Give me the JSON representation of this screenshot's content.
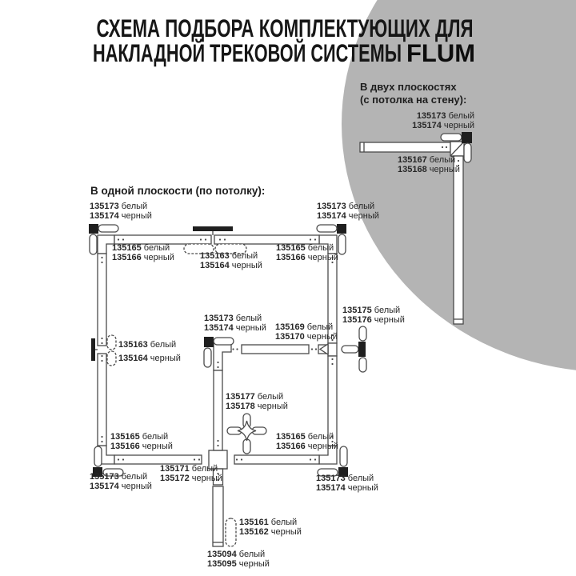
{
  "title": {
    "line1": "СХЕМА ПОДБОРА КОМПЛЕКТУЮЩИХ ДЛЯ",
    "line2": "НАКЛАДНОЙ ТРЕКОВОЙ СИСТЕМЫ",
    "brand": "FLUM"
  },
  "colors": {
    "background": "#ffffff",
    "ellipse": "#b4b4b4",
    "line_art": "#4a4a4a",
    "accent_dark": "#1f1f1f",
    "text": "#262626"
  },
  "sections": {
    "two_planes": {
      "heading_line1": "В двух плоскостях",
      "heading_line2": "(с потолка на стену):"
    },
    "one_plane": {
      "heading": "В одной плоскости (по потолку):"
    }
  },
  "labels": {
    "tp_corner": {
      "num1": "135173",
      "word1": "белый",
      "num2": "135174",
      "word2": "черный"
    },
    "tp_adapter": {
      "num1": "135167",
      "word1": "белый",
      "num2": "135168",
      "word2": "черный"
    },
    "tl_corner": {
      "num1": "135173",
      "word1": "белый",
      "num2": "135174",
      "word2": "черный"
    },
    "tr_corner": {
      "num1": "135173",
      "word1": "белый",
      "num2": "135174",
      "word2": "черный"
    },
    "top_left_joint": {
      "num1": "135165",
      "word1": "белый",
      "num2": "135166",
      "word2": "черный"
    },
    "top_center_joint": {
      "num1": "135163",
      "word1": "белый",
      "num2": "135164",
      "word2": "черный"
    },
    "top_right_joint": {
      "num1": "135165",
      "word1": "белый",
      "num2": "135166",
      "word2": "черный"
    },
    "mid_left_joint": {
      "num1": "135163",
      "word1": "белый",
      "num2": "135164",
      "word2": "черный"
    },
    "inner_corner": {
      "num1": "135173",
      "word1": "белый",
      "num2": "135174",
      "word2": "черный"
    },
    "t_joint": {
      "num1": "135169",
      "word1": "белый",
      "num2": "135170",
      "word2": "черный"
    },
    "side_feed": {
      "num1": "135175",
      "word1": "белый",
      "num2": "135176",
      "word2": "черный"
    },
    "cross_icon": {
      "num1": "135177",
      "word1": "белый",
      "num2": "135178",
      "word2": "черный"
    },
    "bottom_left_joint": {
      "num1": "135165",
      "word1": "белый",
      "num2": "135166",
      "word2": "черный"
    },
    "bottom_right_joint": {
      "num1": "135165",
      "word1": "белый",
      "num2": "135166",
      "word2": "черный"
    },
    "bottom_center_joint": {
      "num1": "135171",
      "word1": "белый",
      "num2": "135172",
      "word2": "черный"
    },
    "bl_corner": {
      "num1": "135173",
      "word1": "белый",
      "num2": "135174",
      "word2": "черный"
    },
    "br_corner": {
      "num1": "135173",
      "word1": "белый",
      "num2": "135174",
      "word2": "черный"
    },
    "end_cap": {
      "num1": "135161",
      "word1": "белый",
      "num2": "135162",
      "word2": "черный"
    },
    "track": {
      "num1": "135094",
      "word1": "белый",
      "num2": "135095",
      "word2": "черный"
    }
  }
}
